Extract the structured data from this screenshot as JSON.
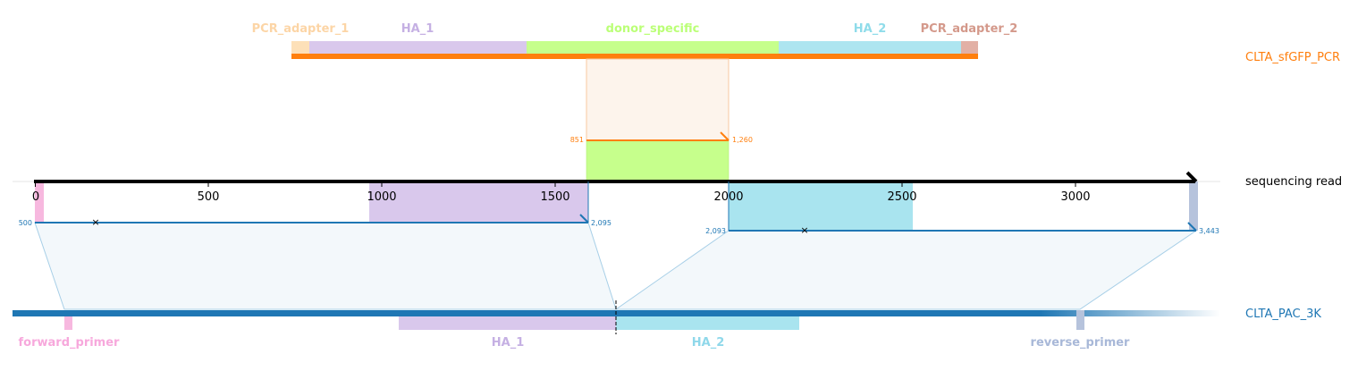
{
  "tracks": {
    "donor": {
      "name": "CLTA_sfGFP_PCR",
      "color": "#ff7f0e"
    },
    "read": {
      "name": "sequencing read",
      "color": "#000000"
    },
    "reference": {
      "name": "CLTA_PAC_3K",
      "color": "#1f77b4"
    }
  },
  "donor_features": [
    {
      "name": "PCR_adapter_1",
      "color": "#fdd9a8"
    },
    {
      "name": "HA_1",
      "color": "#c5b0e3"
    },
    {
      "name": "donor_specific",
      "color": "#bbff77"
    },
    {
      "name": "HA_2",
      "color": "#9fe0ee"
    },
    {
      "name": "PCR_adapter_2",
      "color": "#dba091"
    }
  ],
  "reference_features": [
    {
      "name": "forward_primer",
      "color": "#f7a8dc"
    },
    {
      "name": "HA_1",
      "color": "#c5b0e3"
    },
    {
      "name": "HA_2",
      "color": "#8fd8ea"
    },
    {
      "name": "reverse_primer",
      "color": "#a8b8d8"
    }
  ],
  "read_axis": {
    "ticks": [
      "0",
      "500",
      "1000",
      "1500",
      "2000",
      "2500",
      "3000"
    ]
  },
  "alignments": [
    {
      "id": "donor-to-read",
      "donor_start": "851",
      "donor_end": "1,260",
      "read_start": 1620,
      "read_end": 2000,
      "color": "#ff7f0e"
    },
    {
      "id": "read-left",
      "ref_start": "500",
      "ref_end": "2,095",
      "read_start": 0,
      "read_end": 1595,
      "color": "#1f77b4"
    },
    {
      "id": "read-right",
      "ref_start": "2,093",
      "ref_end": "3,443",
      "read_start": 2000,
      "read_end": 3350,
      "color": "#1f77b4"
    }
  ],
  "chart_data": {
    "type": "alignment-diagram",
    "read_length_approx": 3350,
    "read_features": [
      {
        "name": "forward_primer",
        "start": 0,
        "end": 25
      },
      {
        "name": "HA_1",
        "start": 965,
        "end": 1600
      },
      {
        "name": "donor_specific",
        "start": 1600,
        "end": 2000
      },
      {
        "name": "HA_2",
        "start": 2000,
        "end": 2530
      },
      {
        "name": "reverse_primer",
        "start": 3325,
        "end": 3350
      }
    ]
  }
}
